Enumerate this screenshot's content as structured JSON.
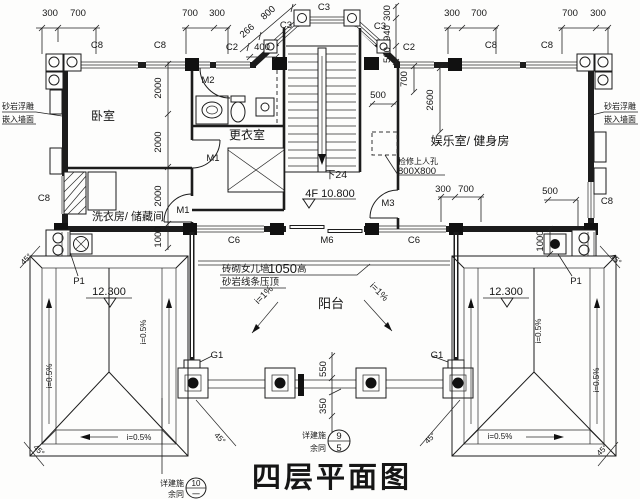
{
  "drawing": {
    "title": "四层平面图",
    "rooms": {
      "bedroom": "卧室",
      "dressing_room": "更衣室",
      "laundry_storage": "洗衣房/ 储藏间",
      "gym": "娱乐室/ 健身房",
      "balcony": "阳台"
    },
    "openings": {
      "c2": "C2",
      "c3": "C3",
      "c6": "C6",
      "c8": "C8",
      "m1": "M1",
      "m2": "M2",
      "m3": "M3",
      "m6": "M6",
      "p1": "P1",
      "g1": "G1"
    },
    "dims": {
      "d266": "266",
      "d300": "300",
      "d350": "350",
      "d400": "400",
      "d500": "500",
      "d550": "550",
      "d560": "560",
      "d700": "700",
      "d800": "800",
      "d940": "940",
      "d1000": "1000",
      "d2000": "2000",
      "d2600": "2600"
    },
    "levels": {
      "floor_level": "4F  10.800",
      "roof_level": "12.300",
      "stair_down": "下24"
    },
    "slopes": {
      "roof_slope": "i=0.5%",
      "balcony_slope": "i=1%",
      "angle_45": "45°"
    },
    "annotations": {
      "relief_line1": "砂岩浮雕",
      "relief_line2": "嵌入墙面",
      "parapet_wall": "砖砌女儿墙",
      "parapet_height": "1050",
      "parapet_height_unit": "高",
      "coping": "砂岩线条压顶",
      "access_hatch": "检修上人孔",
      "access_hatch_size": "800X800"
    },
    "detail_refs": {
      "see_arch": "详建施",
      "rest_same": "余同",
      "ref_center_no": "9",
      "ref_center_sheet": "5",
      "ref_left_no": "10",
      "ref_left_sheet": "一"
    }
  }
}
